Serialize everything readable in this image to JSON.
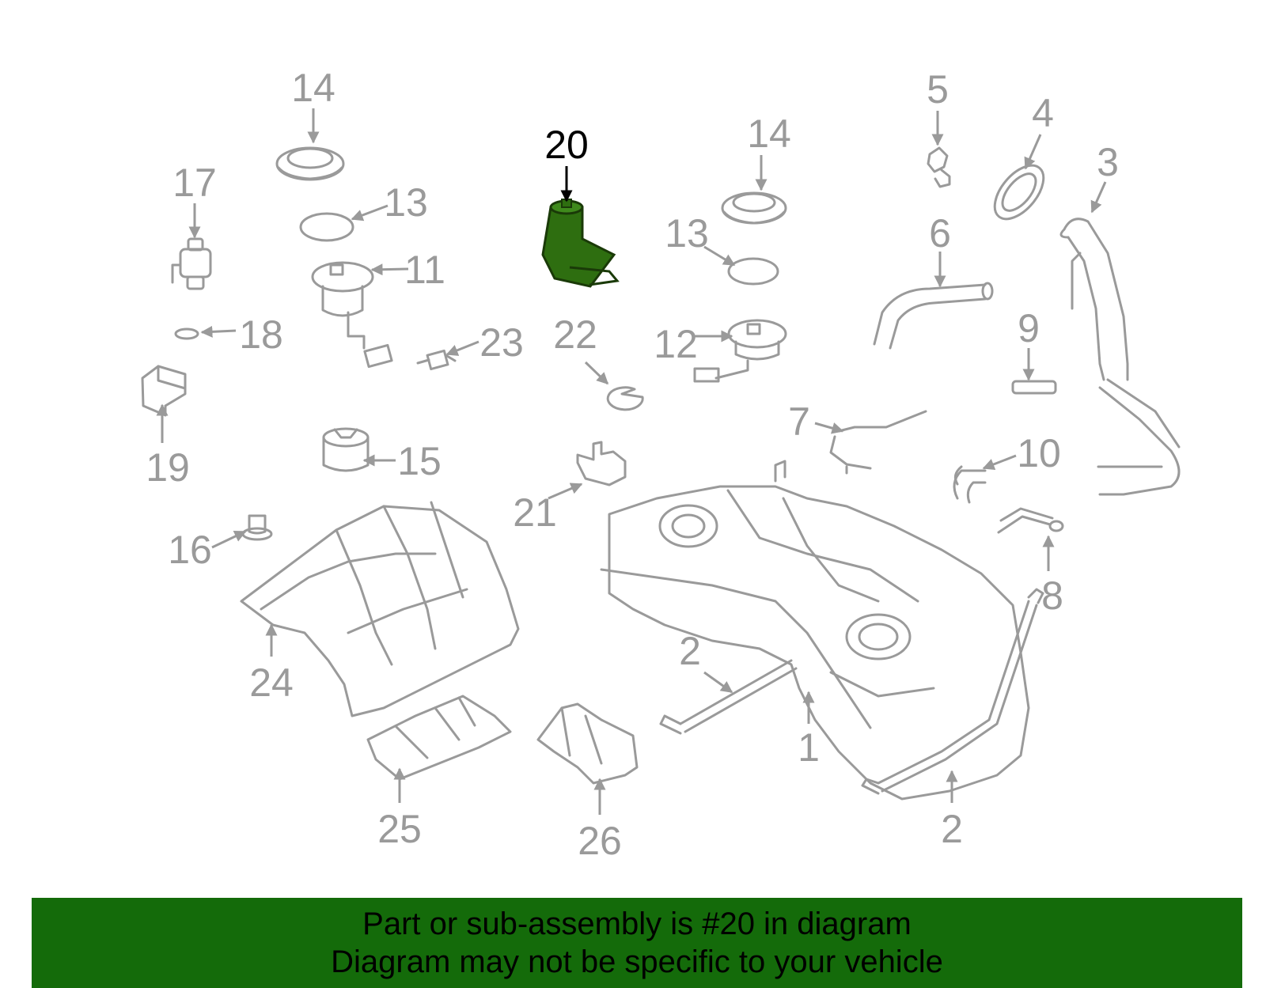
{
  "colors": {
    "part_gray": "#9a9a9a",
    "highlight_green": "#2e6e10",
    "highlight_outline": "#1a3a08",
    "banner_green": "#146b0a",
    "banner_text": "#000000",
    "callout_highlight": "#000000"
  },
  "highlighted_part": "20",
  "callouts": [
    {
      "id": "c14a",
      "label": "14"
    },
    {
      "id": "c17",
      "label": "17"
    },
    {
      "id": "c13a",
      "label": "13"
    },
    {
      "id": "c11",
      "label": "11"
    },
    {
      "id": "c18",
      "label": "18"
    },
    {
      "id": "c19",
      "label": "19"
    },
    {
      "id": "c23",
      "label": "23"
    },
    {
      "id": "c15",
      "label": "15"
    },
    {
      "id": "c16",
      "label": "16"
    },
    {
      "id": "c24",
      "label": "24"
    },
    {
      "id": "c20",
      "label": "20"
    },
    {
      "id": "c14b",
      "label": "14"
    },
    {
      "id": "c13b",
      "label": "13"
    },
    {
      "id": "c12",
      "label": "12"
    },
    {
      "id": "c22",
      "label": "22"
    },
    {
      "id": "c21",
      "label": "21"
    },
    {
      "id": "c5",
      "label": "5"
    },
    {
      "id": "c4",
      "label": "4"
    },
    {
      "id": "c3",
      "label": "3"
    },
    {
      "id": "c6",
      "label": "6"
    },
    {
      "id": "c9",
      "label": "9"
    },
    {
      "id": "c7",
      "label": "7"
    },
    {
      "id": "c10",
      "label": "10"
    },
    {
      "id": "c8",
      "label": "8"
    },
    {
      "id": "c2a",
      "label": "2"
    },
    {
      "id": "c1",
      "label": "1"
    },
    {
      "id": "c2b",
      "label": "2"
    },
    {
      "id": "c25",
      "label": "25"
    },
    {
      "id": "c26",
      "label": "26"
    }
  ],
  "banner": {
    "line1": "Part or sub-assembly is #20 in diagram",
    "line2": "Diagram may not be specific to your vehicle"
  }
}
